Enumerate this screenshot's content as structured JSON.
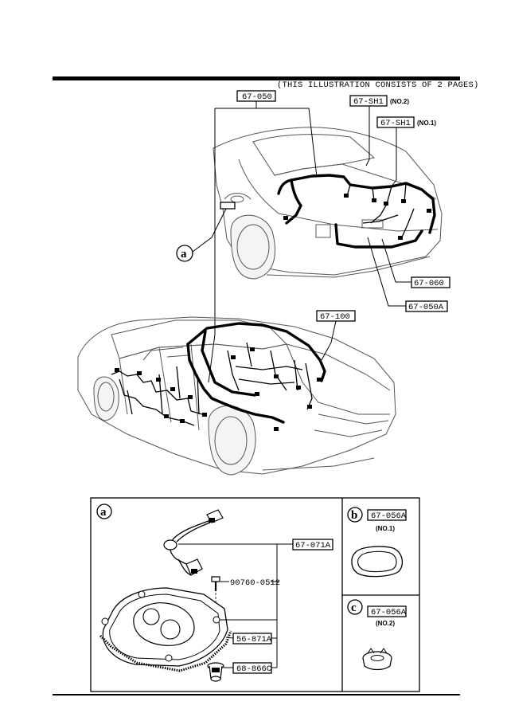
{
  "caption": "(THIS ILLUSTRATION CONSISTS OF  2 PAGES)",
  "callouts": {
    "c_67_050": "67-050",
    "c_67_sh1_no2": "67-SH1",
    "c_no2_a": "(NO.2)",
    "c_67_sh1_no1": "67-SH1",
    "c_no1_a": "(NO.1)",
    "c_67_060": "67-060",
    "c_67_050a": "67-050A",
    "c_67_100": "67-100",
    "c_67_071a": "67-071A",
    "c_90760": "90760-0512",
    "c_56_871a": "56-871A",
    "c_68_866c": "68-866C",
    "c_67_056a_b": "67-056A",
    "c_no1_b": "(NO.1)",
    "c_67_056a_c": "67-056A",
    "c_no2_c": "(NO.2)"
  },
  "detail_labels": {
    "a_main": "a",
    "a_panel": "a",
    "b_panel": "b",
    "c_panel": "c"
  }
}
